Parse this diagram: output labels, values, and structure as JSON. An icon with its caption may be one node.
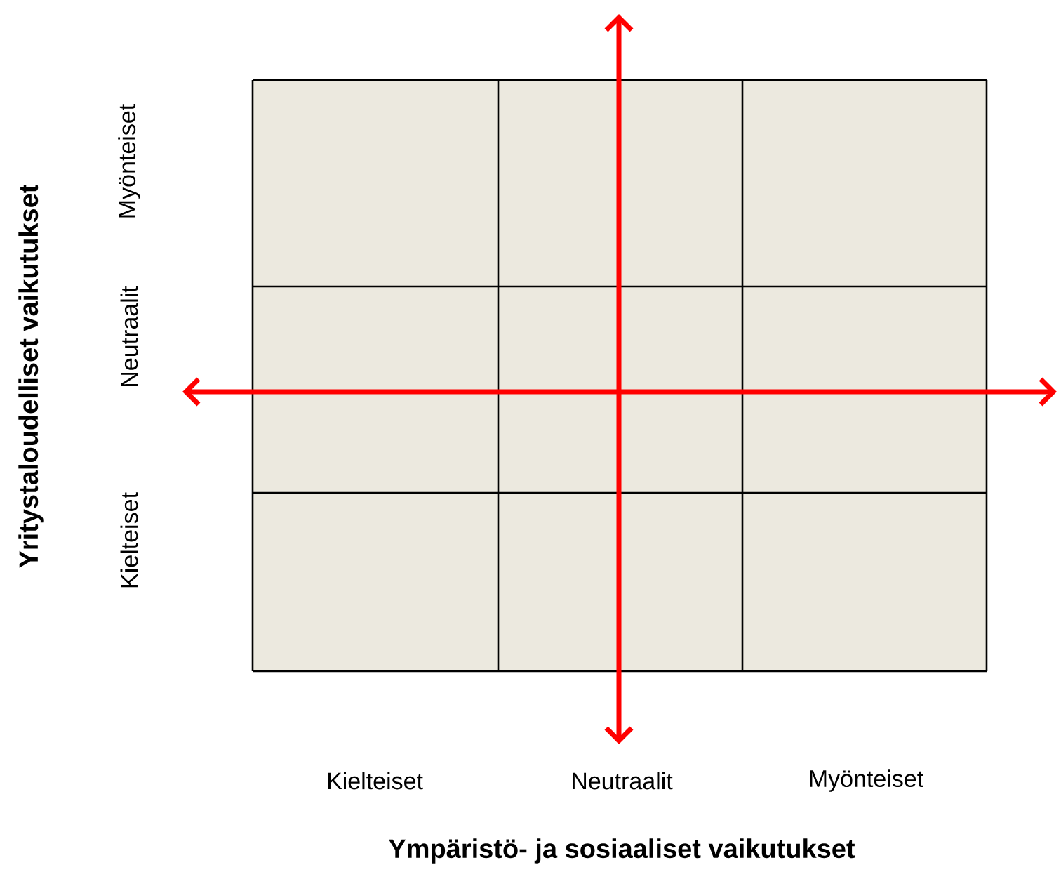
{
  "diagram": {
    "labels": [
      "Myönteiset",
      "Neutraalit",
      "Kielteiset",
      "Yritystaloudelliset vaikutukset",
      "Kielteiset",
      "Neutraalit",
      "Myönteiset",
      "Ympäristö- ja sosiaaliset vaikutukset"
    ]
  }
}
